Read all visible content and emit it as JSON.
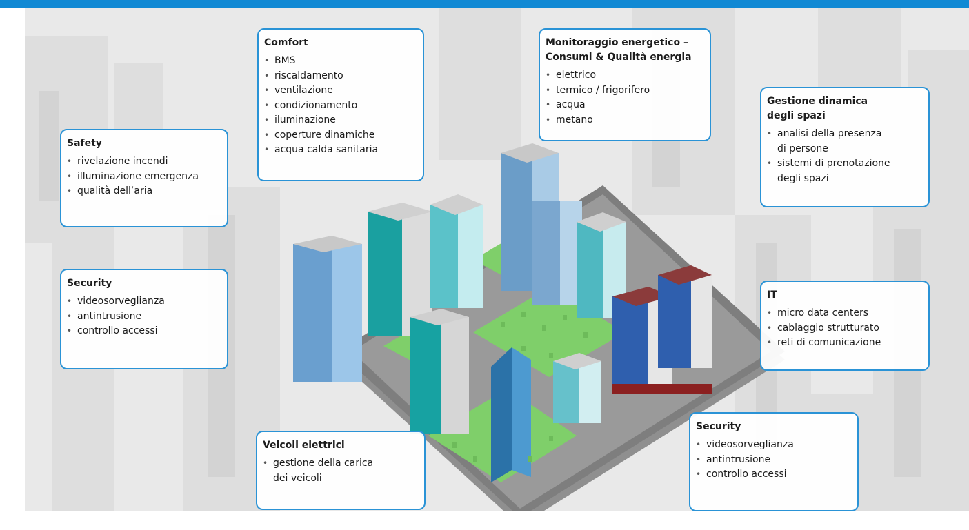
{
  "colors": {
    "accent": "#1189d4",
    "card_border": "#2a93d6",
    "background": "#e9e9e9"
  },
  "cards": {
    "comfort": {
      "title": "Comfort",
      "items": [
        "BMS",
        "riscaldamento",
        "ventilazione",
        "condizionamento",
        "iluminazione",
        "coperture dinamiche",
        "acqua calda sanitaria"
      ]
    },
    "monitoraggio": {
      "title": "Monitoraggio energetico – \nConsumi & Qualità energia",
      "items": [
        "elettrico",
        "termico / frigorifero",
        "acqua",
        "metano"
      ]
    },
    "gestione": {
      "title": "Gestione dinamica \ndegli spazi",
      "items": [
        "analisi della presenza \n  di persone",
        "sistemi di prenotazione \n  degli spazi"
      ]
    },
    "safety": {
      "title": "Safety",
      "items": [
        "rivelazione incendi",
        "illuminazione emergenza",
        "qualità dell’aria"
      ]
    },
    "security_left": {
      "title": "Security",
      "items": [
        "videosorveglianza",
        "antintrusione",
        "controllo accessi"
      ]
    },
    "it": {
      "title": "IT",
      "items": [
        "micro data centers",
        "cablaggio strutturato",
        "reti di comunicazione"
      ]
    },
    "veicoli": {
      "title": "Veicoli elettrici",
      "items": [
        "gestione della carica \n  dei veicoli"
      ]
    },
    "security_right": {
      "title": "Security",
      "items": [
        "videosorveglianza",
        "antintrusione",
        "controllo accessi"
      ]
    }
  }
}
